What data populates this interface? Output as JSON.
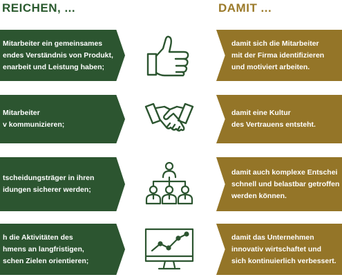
{
  "header": {
    "left": "REICHEN, ...",
    "right": "DAMIT ..."
  },
  "rows": [
    {
      "left": [
        "Mitarbeiter ein gemeinsames",
        "endes Verständnis von Produkt,",
        "enarbeit und Leistung haben;"
      ],
      "icon": "thumbs-up-icon",
      "right": [
        "damit sich die Mitarbeiter",
        "mit der Firma identifizieren",
        "und motiviert arbeiten."
      ]
    },
    {
      "left": [
        "Mitarbeiter",
        "v kommunizieren;"
      ],
      "icon": "handshake-icon",
      "right": [
        "damit eine Kultur",
        "des Vertrauens entsteht."
      ]
    },
    {
      "left": [
        "tscheidungsträger in ihren",
        "idungen sicherer werden;"
      ],
      "icon": "team-hierarchy-icon",
      "right": [
        "damit auch komplexe Entschei",
        "schnell und belastbar getroffen",
        "werden können."
      ]
    },
    {
      "left": [
        "h die Aktivitäten des",
        "hmens an langfristigen,",
        "schen Zielen orientieren;"
      ],
      "icon": "growth-monitor-icon",
      "right": [
        "damit das Unternehmen",
        "innovativ wirtschaftet und",
        "sich kontinuierlich verbessert."
      ]
    }
  ],
  "colors": {
    "green": "#2c5530",
    "gold": "#947528"
  }
}
